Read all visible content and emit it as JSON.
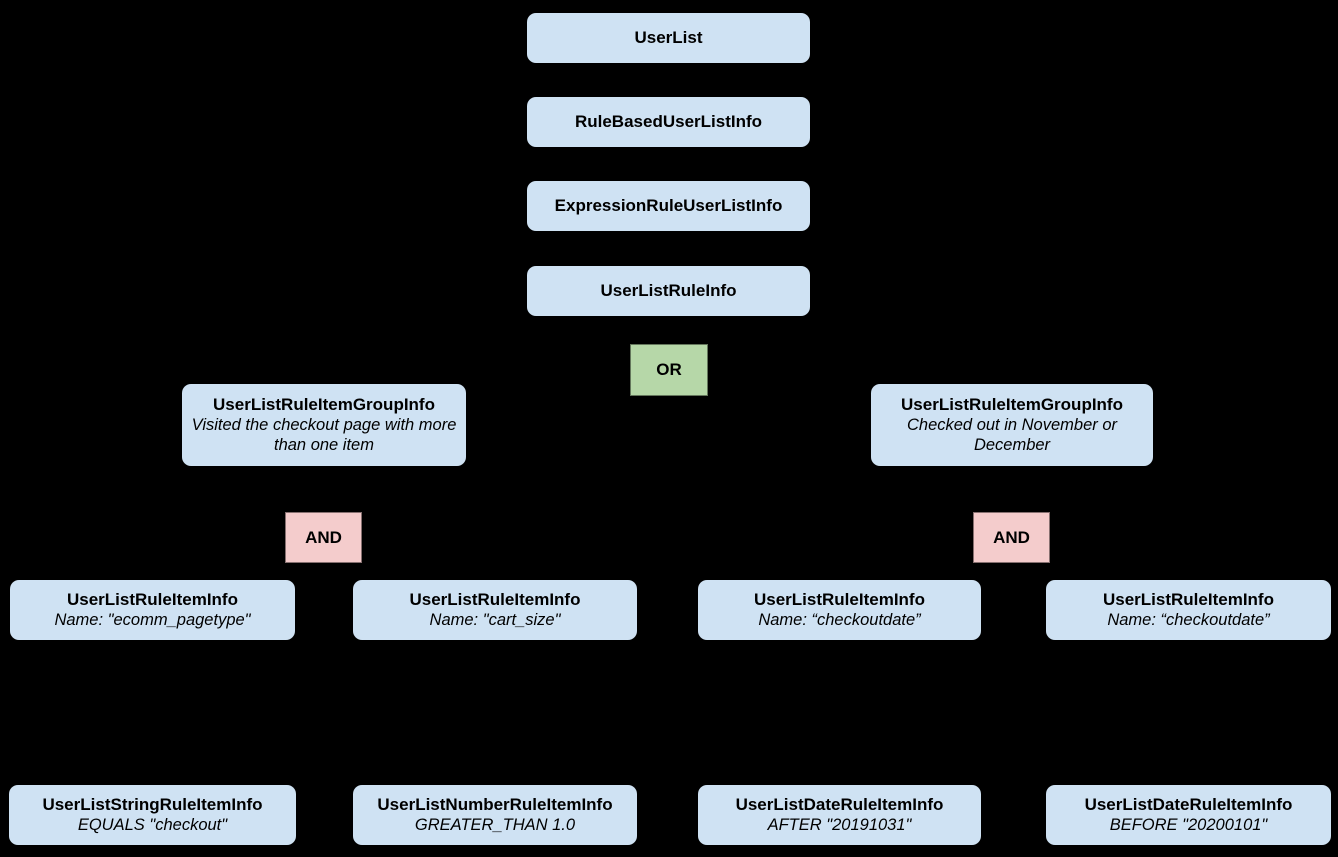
{
  "colors": {
    "background": "#000000",
    "node_fill": "#cfe2f3",
    "or_fill": "#b6d7a8",
    "and_fill": "#f4cccc",
    "text": "#000000"
  },
  "diagram": {
    "chain": [
      {
        "label": "UserList"
      },
      {
        "label": "RuleBasedUserListInfo"
      },
      {
        "label": "ExpressionRuleUserListInfo"
      },
      {
        "label": "UserListRuleInfo"
      }
    ],
    "or_operator": {
      "label": "OR"
    },
    "groups": [
      {
        "title": "UserListRuleItemGroupInfo",
        "description": "Visited the checkout page with more than one item"
      },
      {
        "title": "UserListRuleItemGroupInfo",
        "description": "Checked out in November or December"
      }
    ],
    "and_operators": [
      {
        "label": "AND"
      },
      {
        "label": "AND"
      }
    ],
    "rule_items": [
      {
        "title": "UserListRuleItemInfo",
        "detail": "Name: \"ecomm_pagetype\""
      },
      {
        "title": "UserListRuleItemInfo",
        "detail": "Name: \"cart_size\""
      },
      {
        "title": "UserListRuleItemInfo",
        "detail": "Name: “checkoutdate”"
      },
      {
        "title": "UserListRuleItemInfo",
        "detail": "Name: “checkoutdate”"
      }
    ],
    "leaf_items": [
      {
        "title": "UserListStringRuleItemInfo",
        "detail": "EQUALS \"checkout\""
      },
      {
        "title": "UserListNumberRuleItemInfo",
        "detail": "GREATER_THAN 1.0"
      },
      {
        "title": "UserListDateRuleItemInfo",
        "detail": "AFTER \"20191031\""
      },
      {
        "title": "UserListDateRuleItemInfo",
        "detail": "BEFORE \"20200101\""
      }
    ]
  }
}
